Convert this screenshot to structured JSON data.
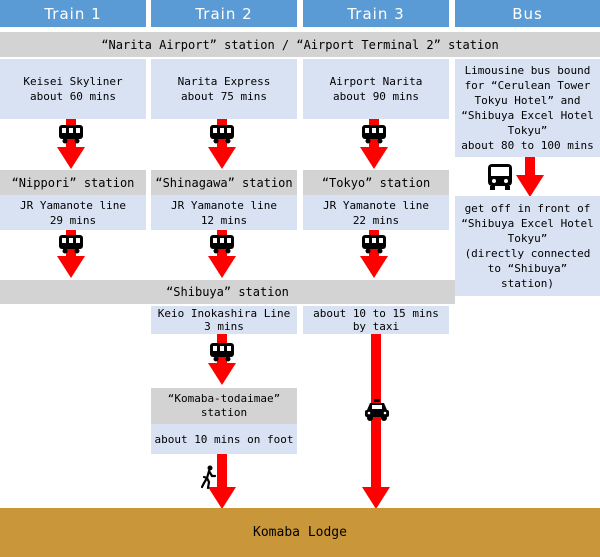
{
  "headers": [
    "Train 1",
    "Train 2",
    "Train 3",
    "Bus"
  ],
  "airport_station": "“Narita Airport” station /  “Airport Terminal 2” station",
  "train1": {
    "line": "Keisei Skyliner\nabout 60 mins",
    "transfer_station": "“Nippori” station",
    "jr_line": "JR Yamanote line\n29 mins"
  },
  "train2": {
    "line": "Narita Express\nabout 75 mins",
    "transfer_station": "“Shinagawa” station",
    "jr_line": "JR Yamanote line\n12 mins",
    "keio_line": "Keio Inokashira Line\n3 mins",
    "komaba_station": "“Komaba-todaimae”\nstation",
    "walk": "about 10 mins on foot"
  },
  "train3": {
    "line": "Airport Narita\nabout 90 mins",
    "transfer_station": "“Tokyo” station",
    "jr_line": "JR Yamanote line\n22 mins",
    "taxi": "about 10 to 15 mins\nby taxi"
  },
  "bus": {
    "line": "Limousine bus bound\nfor  “Cerulean Tower\nTokyu Hotel”  and\n“Shibuya Excel Hotel\nTokyu”\nabout 80 to 100 mins",
    "stop": "get off in front of\n“Shibuya Excel Hotel\nTokyu”\n(directly connected\nto  “Shibuya”\nstation)"
  },
  "shibuya_station": "“Shibuya” station",
  "destination": "Komaba Lodge",
  "colors": {
    "header": "#5b9bd5",
    "station_band": "#d3d3d3",
    "info_box": "#d9e2f3",
    "arrow": "#ff0000",
    "destination": "#c9973a"
  },
  "icons": [
    "train-icon",
    "bus-icon",
    "taxi-icon",
    "walking-person-icon"
  ]
}
